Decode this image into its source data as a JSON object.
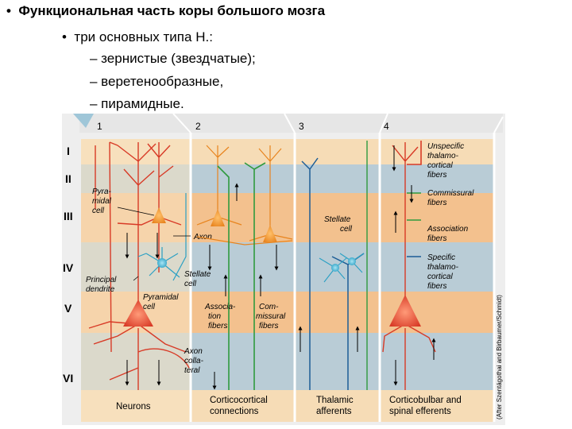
{
  "slide": {
    "title_bullet": "•",
    "title": "Функциональная часть коры большого мозга",
    "sub_bullet": "•",
    "subtitle": "три основных  типа Н.:",
    "items": [
      "– зернистые (звездчатые);",
      "– веретенообразные,",
      "– пирамидные."
    ]
  },
  "figure": {
    "column_numbers": [
      "1",
      "2",
      "3",
      "4"
    ],
    "layers": [
      "I",
      "II",
      "III",
      "IV",
      "V",
      "VI"
    ],
    "labels": {
      "pyramidal_upper": [
        "Pyra-",
        "midal",
        "cell"
      ],
      "axon": "Axon",
      "stellate_1": [
        "Stellate",
        "cell"
      ],
      "principal_dendrite": [
        "Principal",
        "dendrite"
      ],
      "pyramidal_lower": [
        "Pyramidal",
        "cell"
      ],
      "axon_collateral": [
        "Axon",
        "colla-",
        "teral"
      ],
      "association_fibers": [
        "Associa-",
        "tion",
        "fibers"
      ],
      "commissural_fibers": [
        "Com-",
        "missural",
        "fibers"
      ],
      "stellate_3": [
        "Stellate",
        "cell"
      ],
      "unspecific": [
        "Unspecific",
        "thalamo-",
        "cortical",
        "fibers"
      ],
      "commissural_right": [
        "Commissural",
        "fibers"
      ],
      "association_right": [
        "Association",
        "fibers"
      ],
      "specific": [
        "Specific",
        "thalamo-",
        "cortical",
        "fibers"
      ]
    },
    "bottom_labels": [
      [
        "Neurons"
      ],
      [
        "Corticocortical",
        "connections"
      ],
      [
        "Thalamic",
        "afferents"
      ],
      [
        "Corticobulbar and",
        "spinal efferents"
      ]
    ],
    "credit": "(After Szentágothai and Birbaumer/Schmidt)",
    "colors": {
      "band_tan": "#f6dcb6",
      "band_blue": "#b9ccd6",
      "band_orange": "#f3c18e",
      "neuron_red": "#d83a26",
      "fiber_green": "#2f9a3e",
      "fiber_blue": "#1c5d96",
      "stellate_cyan": "#2aa0c4"
    }
  }
}
